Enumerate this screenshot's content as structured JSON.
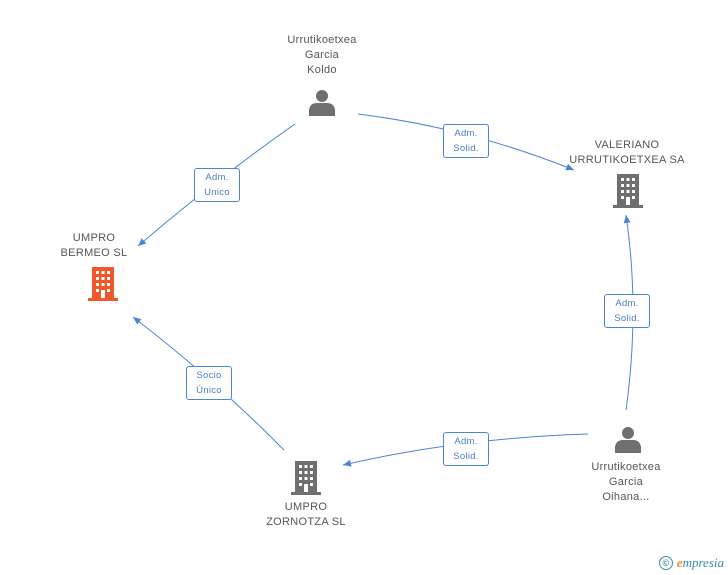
{
  "nodes": {
    "urrutikoetxea_koldo": {
      "lines": [
        "Urrutikoetxea",
        "Garcia",
        "Koldo"
      ],
      "type": "person"
    },
    "valeriano": {
      "lines": [
        "VALERIANO",
        "URRUTIKOETXEA SA"
      ],
      "type": "company"
    },
    "umpro_bermeo": {
      "lines": [
        "UMPRO",
        "BERMEO SL"
      ],
      "type": "company-highlight"
    },
    "umpro_zornotza": {
      "lines": [
        "UMPRO",
        "ZORNOTZA SL"
      ],
      "type": "company"
    },
    "urrutikoetxea_oihana": {
      "lines": [
        "Urrutikoetxea",
        "Garcia",
        "Oihana..."
      ],
      "type": "person"
    }
  },
  "edges": {
    "koldo_bermeo": {
      "lines": [
        "Adm.",
        "Unico"
      ]
    },
    "koldo_valeriano": {
      "lines": [
        "Adm.",
        "Solid."
      ]
    },
    "oihana_valeriano": {
      "lines": [
        "Adm.",
        "Solid."
      ]
    },
    "oihana_zornotza": {
      "lines": [
        "Adm.",
        "Solid."
      ]
    },
    "zornotza_bermeo": {
      "lines": [
        "Socio",
        "Único"
      ]
    }
  },
  "colors": {
    "edge": "#4a86d4",
    "icon_gray": "#6f6f6f",
    "icon_highlight": "#f0582a"
  },
  "footer": {
    "copyright": "©",
    "brand_initial": "e",
    "brand_rest": "mpresia"
  }
}
